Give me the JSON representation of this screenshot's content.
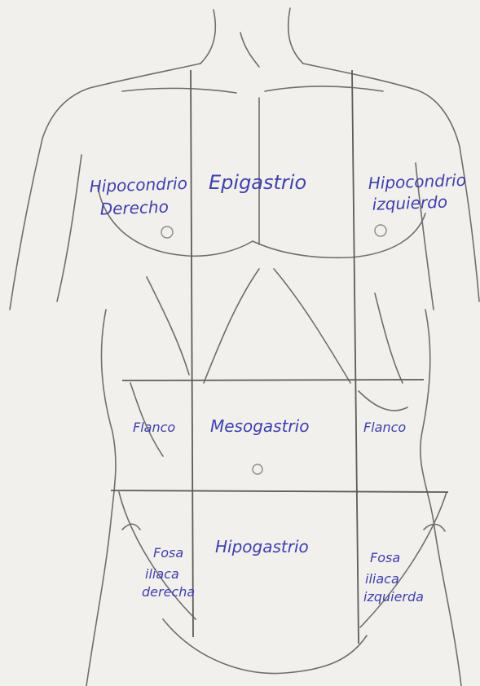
{
  "diagram": {
    "colors": {
      "paper": "#f1f0ec",
      "sketch": "#6e6e6e",
      "grid": "#5c5c5c",
      "ink": "#3f3fae"
    },
    "regions": [
      {
        "id": "hipocondrio-derecho",
        "lines": [
          "Hipocondrio",
          "Derecho"
        ]
      },
      {
        "id": "epigastrio",
        "lines": [
          "Epigastrio"
        ]
      },
      {
        "id": "hipocondrio-izquierdo",
        "lines": [
          "Hipocondrio",
          "izquierdo"
        ]
      },
      {
        "id": "flanco-derecho",
        "lines": [
          "Flanco"
        ]
      },
      {
        "id": "mesogastrio",
        "lines": [
          "Mesogastrio"
        ]
      },
      {
        "id": "flanco-izquierdo",
        "lines": [
          "Flanco"
        ]
      },
      {
        "id": "fosa-iliaca-derecha",
        "lines": [
          "Fosa",
          "iliaca",
          "derecha"
        ]
      },
      {
        "id": "hipogastrio",
        "lines": [
          "Hipogastrio"
        ]
      },
      {
        "id": "fosa-iliaca-izquierda",
        "lines": [
          "Fosa",
          "iliaca",
          "izquierda"
        ]
      }
    ]
  }
}
